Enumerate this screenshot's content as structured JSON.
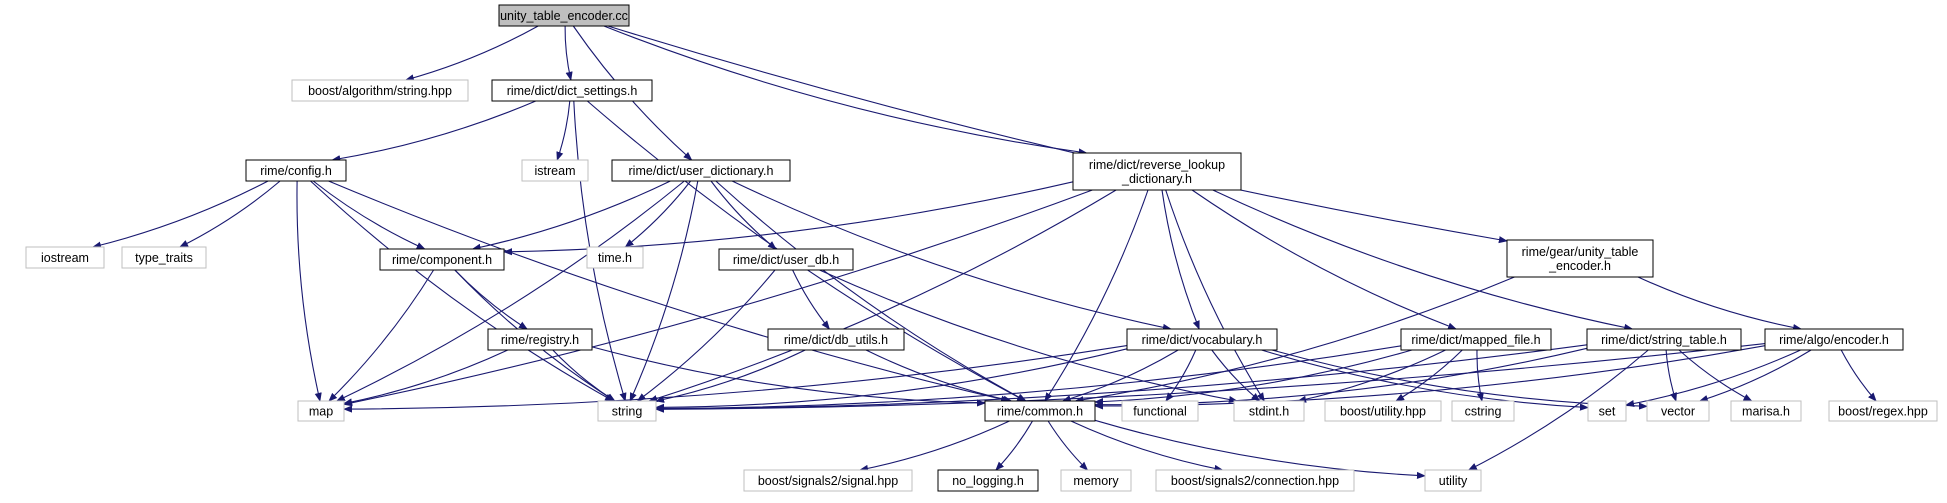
{
  "diagram": {
    "nodes": {
      "unity_table_encoder_cc": {
        "label": "unity_table_encoder.cc",
        "kind": "root"
      },
      "boost_algorithm_string": {
        "label": "boost/algorithm/string.hpp",
        "kind": "external"
      },
      "dict_settings": {
        "label": "rime/dict/dict_settings.h",
        "kind": "local"
      },
      "istream": {
        "label": "istream",
        "kind": "external"
      },
      "config": {
        "label": "rime/config.h",
        "kind": "local"
      },
      "user_dictionary": {
        "label": "rime/dict/user_dictionary.h",
        "kind": "local"
      },
      "reverse_lookup": {
        "label": "rime/dict/reverse_lookup\n_dictionary.h",
        "kind": "local"
      },
      "gear_unity_table_encoder": {
        "label": "rime/gear/unity_table\n_encoder.h",
        "kind": "local"
      },
      "iostream": {
        "label": "iostream",
        "kind": "external"
      },
      "type_traits": {
        "label": "type_traits",
        "kind": "external"
      },
      "component": {
        "label": "rime/component.h",
        "kind": "local"
      },
      "time_h": {
        "label": "time.h",
        "kind": "external"
      },
      "user_db": {
        "label": "rime/dict/user_db.h",
        "kind": "local"
      },
      "registry": {
        "label": "rime/registry.h",
        "kind": "local"
      },
      "db_utils": {
        "label": "rime/dict/db_utils.h",
        "kind": "local"
      },
      "vocabulary": {
        "label": "rime/dict/vocabulary.h",
        "kind": "local"
      },
      "mapped_file": {
        "label": "rime/dict/mapped_file.h",
        "kind": "local"
      },
      "string_table": {
        "label": "rime/dict/string_table.h",
        "kind": "local"
      },
      "encoder": {
        "label": "rime/algo/encoder.h",
        "kind": "local"
      },
      "map": {
        "label": "map",
        "kind": "external"
      },
      "string": {
        "label": "string",
        "kind": "external"
      },
      "common": {
        "label": "rime/common.h",
        "kind": "local"
      },
      "functional": {
        "label": "functional",
        "kind": "external"
      },
      "stdint": {
        "label": "stdint.h",
        "kind": "external"
      },
      "boost_utility": {
        "label": "boost/utility.hpp",
        "kind": "external"
      },
      "cstring": {
        "label": "cstring",
        "kind": "external"
      },
      "set": {
        "label": "set",
        "kind": "external"
      },
      "vector": {
        "label": "vector",
        "kind": "external"
      },
      "marisa": {
        "label": "marisa.h",
        "kind": "external"
      },
      "boost_regex": {
        "label": "boost/regex.hpp",
        "kind": "external"
      },
      "boost_signal": {
        "label": "boost/signals2/signal.hpp",
        "kind": "external"
      },
      "no_logging": {
        "label": "no_logging.h",
        "kind": "local"
      },
      "memory": {
        "label": "memory",
        "kind": "external"
      },
      "boost_connection": {
        "label": "boost/signals2/connection.hpp",
        "kind": "external"
      },
      "utility": {
        "label": "utility",
        "kind": "external"
      }
    },
    "edges": [
      [
        "unity_table_encoder_cc",
        "boost_algorithm_string"
      ],
      [
        "unity_table_encoder_cc",
        "dict_settings"
      ],
      [
        "unity_table_encoder_cc",
        "user_dictionary"
      ],
      [
        "unity_table_encoder_cc",
        "reverse_lookup"
      ],
      [
        "unity_table_encoder_cc",
        "gear_unity_table_encoder"
      ],
      [
        "dict_settings",
        "istream"
      ],
      [
        "dict_settings",
        "config"
      ],
      [
        "dict_settings",
        "string"
      ],
      [
        "dict_settings",
        "common"
      ],
      [
        "config",
        "iostream"
      ],
      [
        "config",
        "type_traits"
      ],
      [
        "config",
        "component"
      ],
      [
        "config",
        "map"
      ],
      [
        "config",
        "string"
      ],
      [
        "config",
        "common"
      ],
      [
        "user_dictionary",
        "time_h"
      ],
      [
        "user_dictionary",
        "component"
      ],
      [
        "user_dictionary",
        "user_db"
      ],
      [
        "user_dictionary",
        "map"
      ],
      [
        "user_dictionary",
        "string"
      ],
      [
        "user_dictionary",
        "common"
      ],
      [
        "user_dictionary",
        "vocabulary"
      ],
      [
        "reverse_lookup",
        "component"
      ],
      [
        "reverse_lookup",
        "vocabulary"
      ],
      [
        "reverse_lookup",
        "mapped_file"
      ],
      [
        "reverse_lookup",
        "string_table"
      ],
      [
        "reverse_lookup",
        "map"
      ],
      [
        "reverse_lookup",
        "string"
      ],
      [
        "reverse_lookup",
        "common"
      ],
      [
        "reverse_lookup",
        "stdint"
      ],
      [
        "gear_unity_table_encoder",
        "common"
      ],
      [
        "gear_unity_table_encoder",
        "encoder"
      ],
      [
        "component",
        "registry"
      ],
      [
        "component",
        "map"
      ],
      [
        "component",
        "string"
      ],
      [
        "registry",
        "map"
      ],
      [
        "registry",
        "string"
      ],
      [
        "registry",
        "common"
      ],
      [
        "user_db",
        "db_utils"
      ],
      [
        "user_db",
        "string"
      ],
      [
        "user_db",
        "stdint"
      ],
      [
        "db_utils",
        "string"
      ],
      [
        "db_utils",
        "common"
      ],
      [
        "vocabulary",
        "map"
      ],
      [
        "vocabulary",
        "string"
      ],
      [
        "vocabulary",
        "common"
      ],
      [
        "vocabulary",
        "functional"
      ],
      [
        "vocabulary",
        "stdint"
      ],
      [
        "vocabulary",
        "set"
      ],
      [
        "vocabulary",
        "vector"
      ],
      [
        "mapped_file",
        "common"
      ],
      [
        "mapped_file",
        "stdint"
      ],
      [
        "mapped_file",
        "boost_utility"
      ],
      [
        "mapped_file",
        "cstring"
      ],
      [
        "mapped_file",
        "string"
      ],
      [
        "string_table",
        "string"
      ],
      [
        "string_table",
        "common"
      ],
      [
        "string_table",
        "marisa"
      ],
      [
        "string_table",
        "utility"
      ],
      [
        "string_table",
        "vector"
      ],
      [
        "encoder",
        "string"
      ],
      [
        "encoder",
        "set"
      ],
      [
        "encoder",
        "vector"
      ],
      [
        "encoder",
        "boost_regex"
      ],
      [
        "encoder",
        "common"
      ],
      [
        "common",
        "boost_signal"
      ],
      [
        "common",
        "no_logging"
      ],
      [
        "common",
        "memory"
      ],
      [
        "common",
        "boost_connection"
      ],
      [
        "common",
        "utility"
      ]
    ],
    "colors": {
      "edge": "#191970",
      "root_fill": "#bfbfbf",
      "local_border": "#000000",
      "external_border": "#bfbfbf",
      "text": "#000000"
    }
  }
}
